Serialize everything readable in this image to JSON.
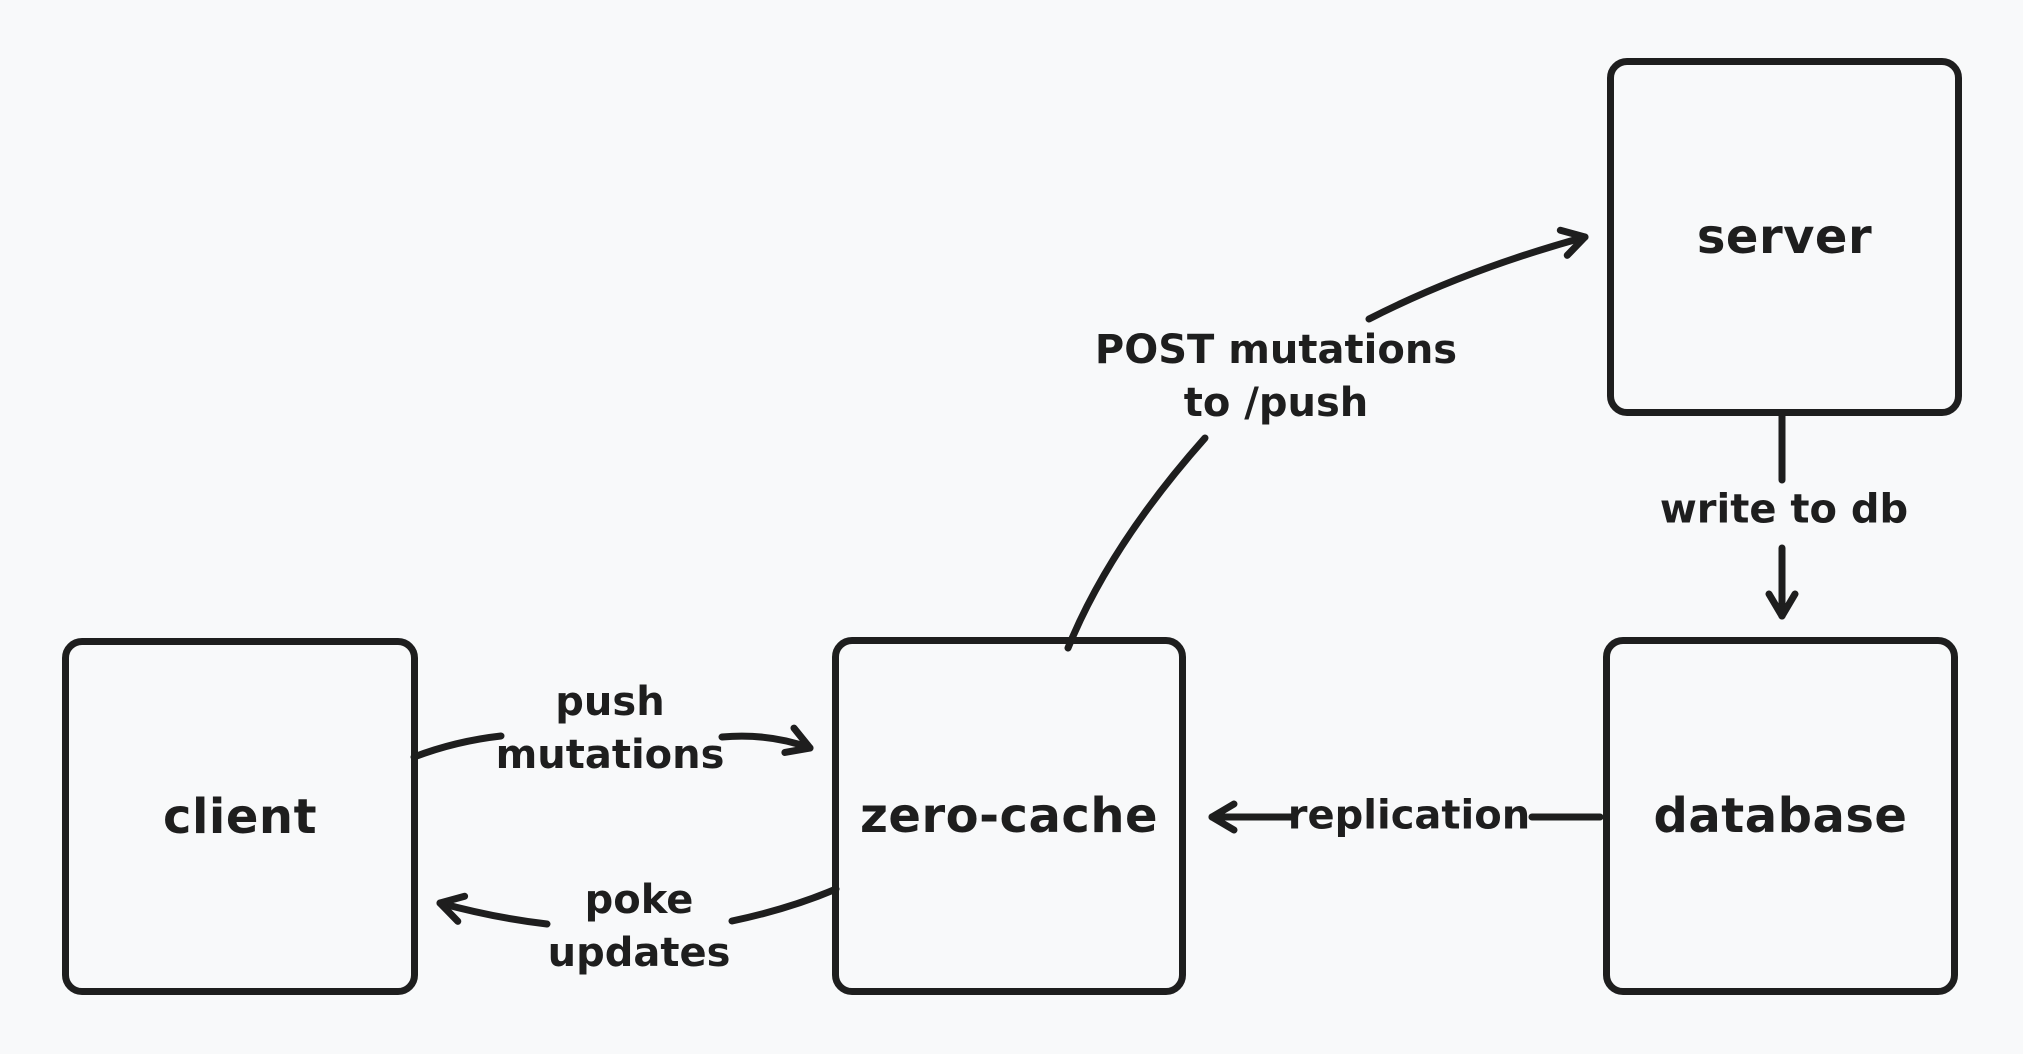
{
  "canvas": {
    "background_color": "#f8f9fa",
    "ink_color": "#1e1e1e",
    "style": "hand-drawn-diagram"
  },
  "nodes": [
    {
      "id": "client",
      "label": "client"
    },
    {
      "id": "zero-cache",
      "label": "zero-cache"
    },
    {
      "id": "server",
      "label": "server"
    },
    {
      "id": "database",
      "label": "database"
    }
  ],
  "edges": {
    "push": {
      "from": "client",
      "to": "zero-cache",
      "lines": [
        "push",
        "mutations"
      ]
    },
    "poke": {
      "from": "zero-cache",
      "to": "client",
      "lines": [
        "poke",
        "updates"
      ]
    },
    "post": {
      "from": "zero-cache",
      "to": "server",
      "lines": [
        "POST mutations",
        "to /push"
      ]
    },
    "write": {
      "from": "server",
      "to": "database",
      "label": "write to db"
    },
    "replication": {
      "from": "database",
      "to": "zero-cache",
      "label": "replication"
    }
  }
}
